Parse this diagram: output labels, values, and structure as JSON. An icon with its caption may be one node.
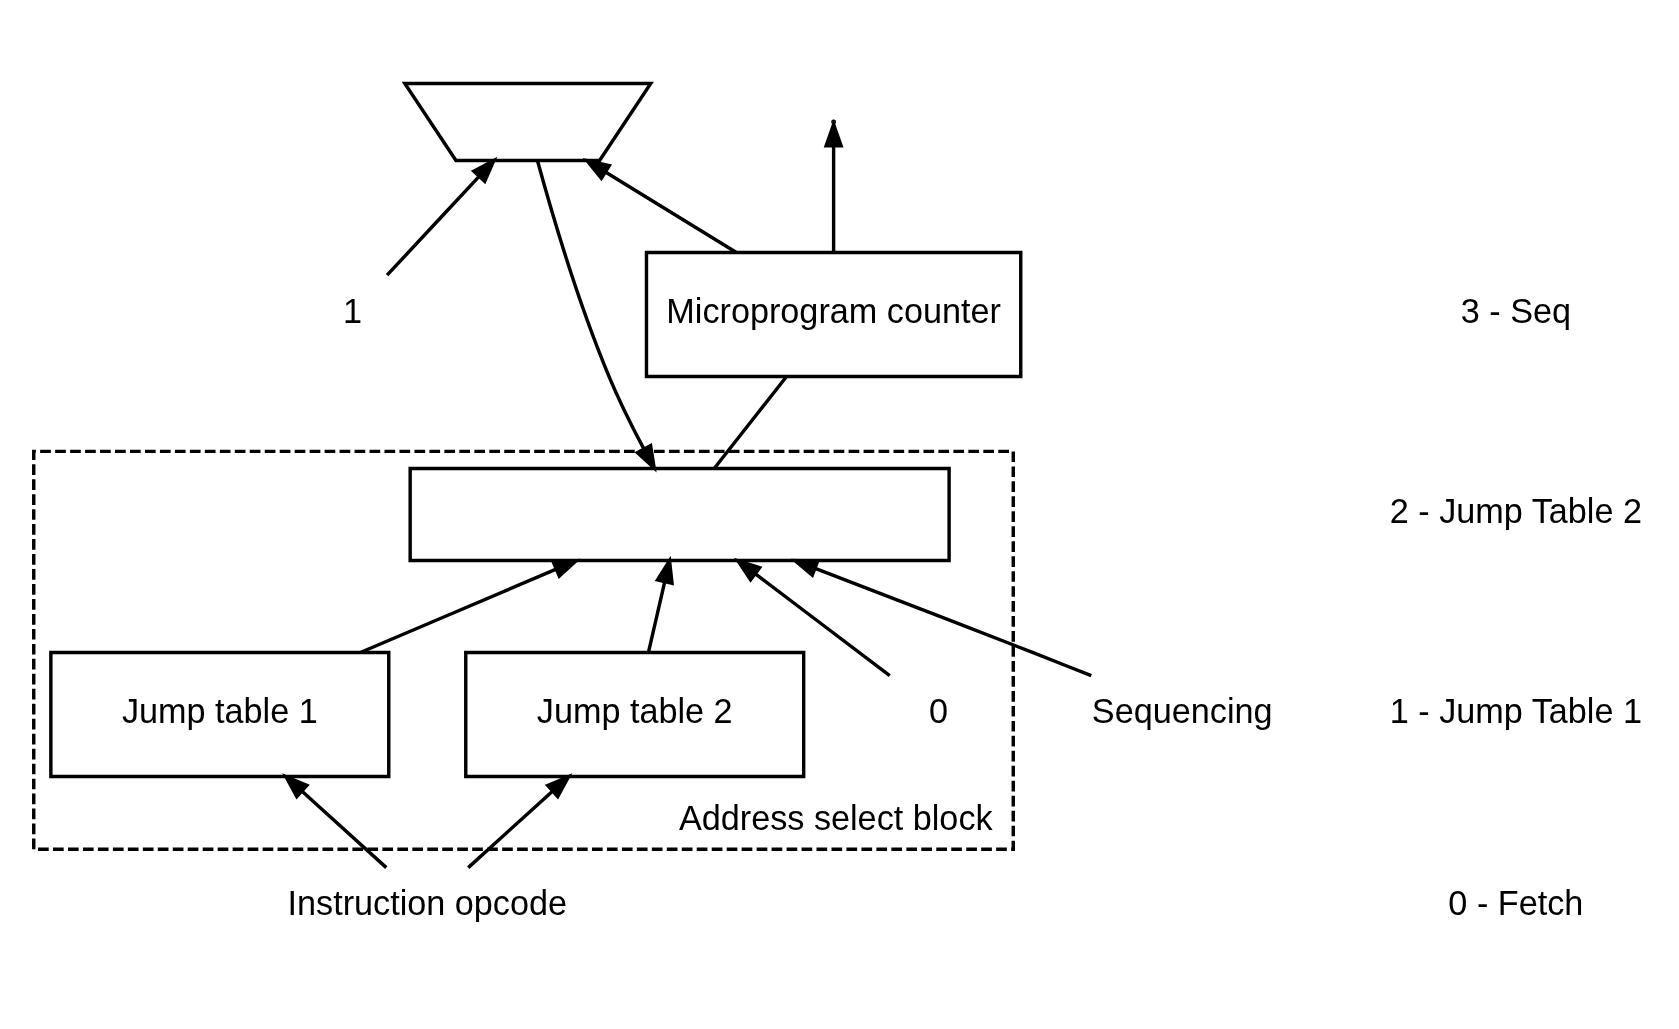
{
  "diagram": {
    "nodes": [
      {
        "text": [
          "Address select block"
        ]
      },
      {
        "text": [],
        "shape": "trapezoid"
      },
      {
        "text": [
          "1"
        ]
      },
      {
        "text": [
          "Microprogram counter"
        ]
      },
      {
        "text": [],
        "shape": "box",
        "in": 0
      },
      {
        "text": [
          "Sequencing"
        ]
      },
      {
        "text": [
          "0"
        ],
        "in": 0
      },
      {
        "text": [
          "Jump table 2"
        ],
        "in": 0
      },
      {
        "text": [
          "Jump table 1"
        ],
        "in": 0
      },
      {
        "text": [
          "Instruction opcode"
        ]
      }
    ],
    "edges": [
      {
        "from": 2,
        "to": 1,
        "arrow": "to"
      },
      {
        "from": 3,
        "to": 1,
        "arrow": "to"
      },
      {
        "from": 3,
        "to": null,
        "arrow": "to"
      },
      {
        "from": 4,
        "to": 3,
        "arrow": "none"
      },
      {
        "from": 1,
        "to": 4,
        "arrow": "to"
      },
      {
        "from": 7,
        "to": 4,
        "arrow": "to"
      },
      {
        "from": 8,
        "to": 4,
        "arrow": "to"
      },
      {
        "from": 6,
        "to": 4,
        "arrow": "to"
      },
      {
        "from": 5,
        "to": 4,
        "arrow": "to"
      },
      {
        "from": 9,
        "to": 7,
        "arrow": "to"
      },
      {
        "from": 9,
        "to": 8,
        "arrow": "to"
      }
    ],
    "labels": [
      "3 - Seq",
      "2 - Jump Table 2",
      "1 - Jump Table 1",
      "0 - Fetch"
    ]
  }
}
